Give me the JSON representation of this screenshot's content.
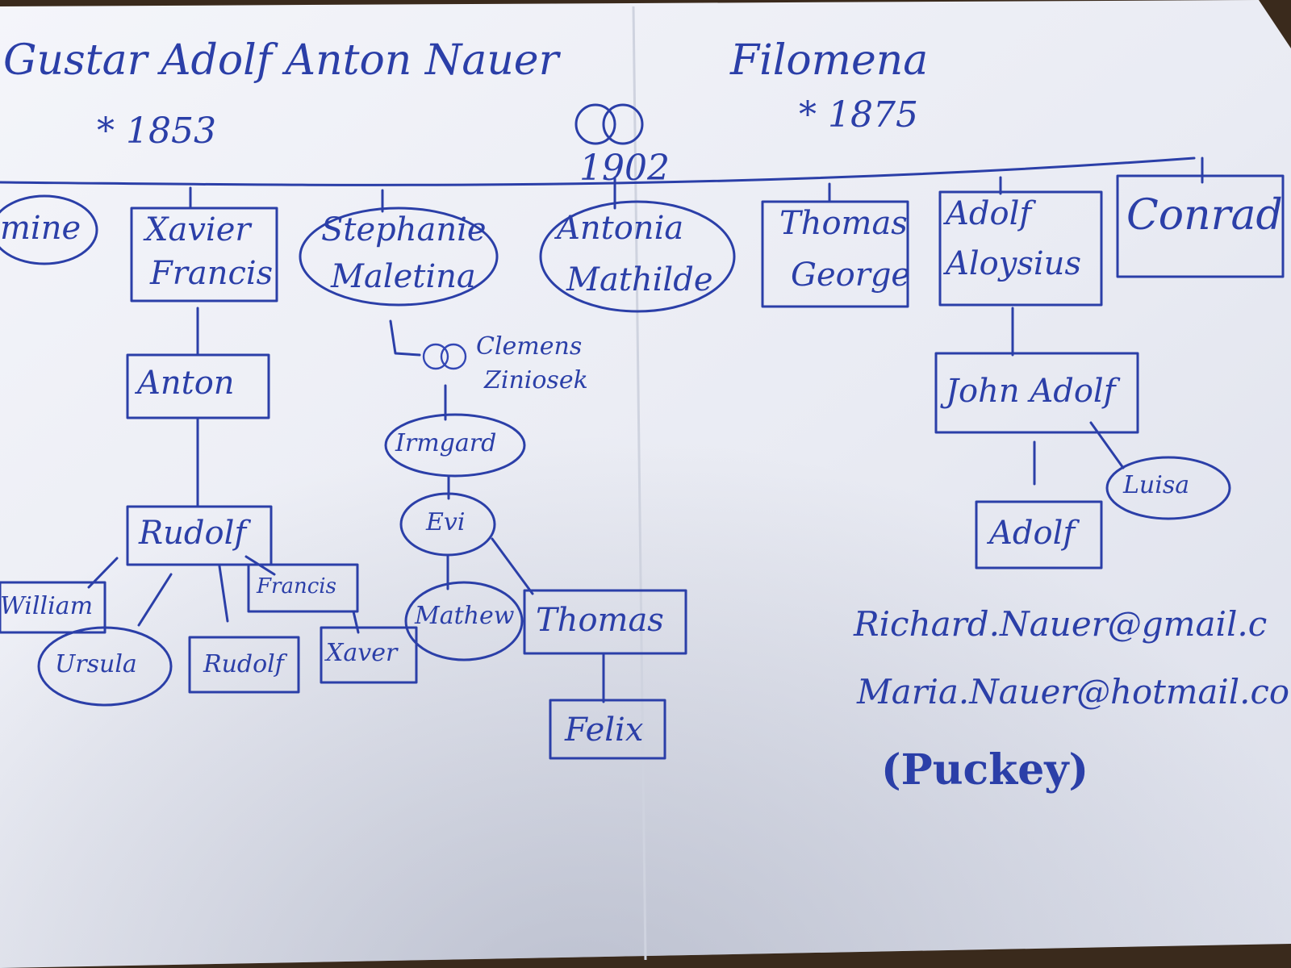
{
  "ancestors": {
    "father": {
      "name": "Gustar Adolf Anton Nauer",
      "born": "* 1853"
    },
    "mother": {
      "name": "Filomena",
      "born": "* 1875"
    },
    "marriage_year": "1902"
  },
  "children": [
    {
      "id": "mine",
      "name": "mine"
    },
    {
      "id": "xavier-francis",
      "name_line1": "Xavier",
      "name_line2": "Francis"
    },
    {
      "id": "stephanie-maletina",
      "name_line1": "Stephanie",
      "name_line2": "Maletina"
    },
    {
      "id": "antonia-mathilde",
      "name_line1": "Antonia",
      "name_line2": "Mathilde"
    },
    {
      "id": "thomas-george",
      "name_line1": "Thomas",
      "name_line2": "George"
    },
    {
      "id": "adolf-aloysius",
      "name_line1": "Adolf",
      "name_line2": "Aloysius"
    },
    {
      "id": "conrad",
      "name": "Conrad"
    }
  ],
  "descendants": {
    "anton": "Anton",
    "rudolf": "Rudolf",
    "william": "William",
    "ursula": "Ursula",
    "rudolf_jr": "Rudolf",
    "francis": "Francis",
    "xaver": "Xaver",
    "clemens_spouse_line1": "Clemens",
    "clemens_spouse_line2": "Ziniosek",
    "irmgard": "Irmgard",
    "evi": "Evi",
    "mathew": "Mathew",
    "thomas": "Thomas",
    "felix": "Felix",
    "john_adolf": "John Adolf",
    "luisa": "Luisa",
    "adolf_jr": "Adolf"
  },
  "contacts": {
    "email1": "Richard.Nauer@gmail.c",
    "email2": "Maria.Nauer@hotmail.co",
    "nickname": "(Puckey)"
  },
  "colors": {
    "ink": "#2b3fa8",
    "paper": "#eef0f6"
  }
}
